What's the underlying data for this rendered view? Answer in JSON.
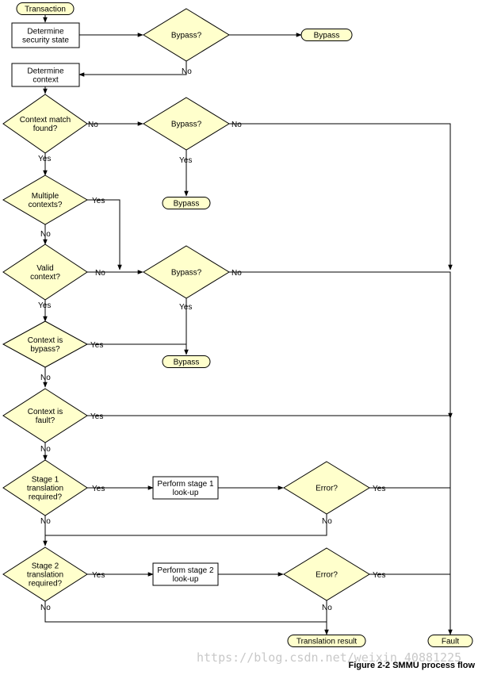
{
  "colors": {
    "decision_fill": "#ffffcc",
    "terminal_fill": "#ffffcc",
    "process_fill": "#ffffff",
    "stroke": "#000000",
    "watermark": "#c8c8c8"
  },
  "nodes": {
    "start": "Transaction",
    "determine_security": [
      "Determine",
      "security state"
    ],
    "bypass_q1": "Bypass?",
    "bypass_t1": "Bypass",
    "determine_context": [
      "Determine",
      "context"
    ],
    "context_match": [
      "Context match",
      "found?"
    ],
    "bypass_q2": "Bypass?",
    "bypass_t2": "Bypass",
    "multiple_contexts": [
      "Multiple",
      "contexts?"
    ],
    "valid_context": [
      "Valid",
      "context?"
    ],
    "bypass_q3": "Bypass?",
    "context_bypass": [
      "Context is",
      "bypass?"
    ],
    "bypass_t3": "Bypass",
    "context_fault": [
      "Context is",
      "fault?"
    ],
    "stage1_required": [
      "Stage 1",
      "translation",
      "required?"
    ],
    "stage1_lookup": [
      "Perform stage 1",
      "look-up"
    ],
    "error1": "Error?",
    "stage2_required": [
      "Stage 2",
      "translation",
      "required?"
    ],
    "stage2_lookup": [
      "Perform stage 2",
      "look-up"
    ],
    "error2": "Error?",
    "translation_result": "Translation result",
    "fault": "Fault"
  },
  "edge_labels": {
    "yes": "Yes",
    "no": "No"
  },
  "caption": "Figure 2-2 SMMU process flow",
  "watermark": "https://blog.csdn.net/weixin_40881225"
}
